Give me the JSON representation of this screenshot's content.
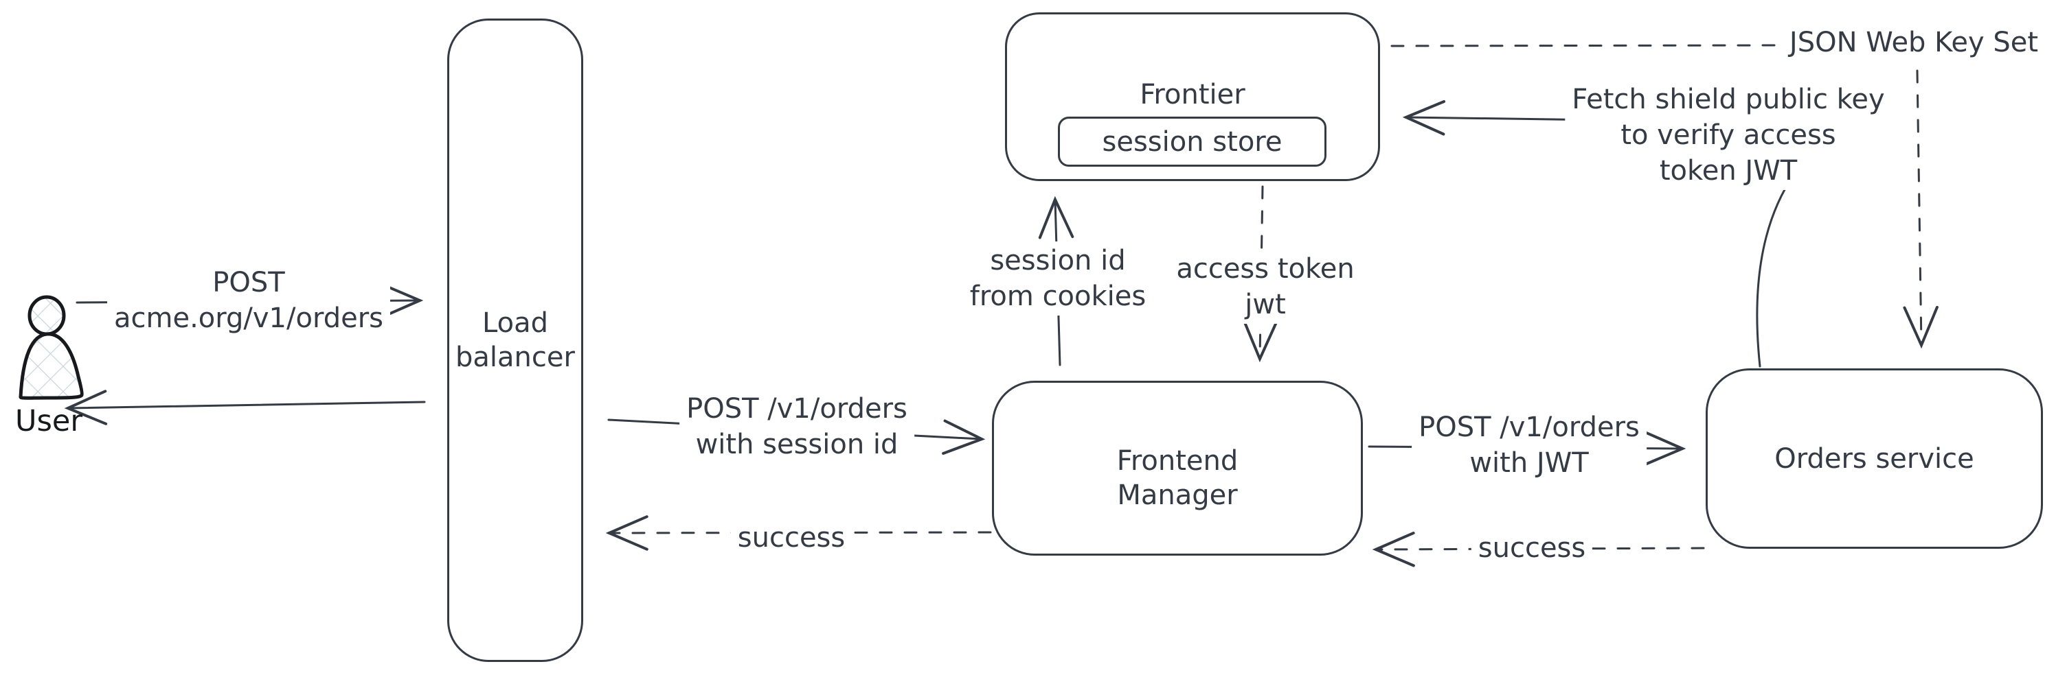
{
  "nodes": {
    "user": {
      "label": "User"
    },
    "load_balancer": {
      "label": "Load\nbalancer"
    },
    "frontier": {
      "label": "Frontier"
    },
    "session_store": {
      "label": "session store"
    },
    "frontend_manager": {
      "label": "Frontend\nManager"
    },
    "orders_service": {
      "label": "Orders service"
    }
  },
  "edges": {
    "user_to_lb": {
      "label": "POST\nacme.org/v1/orders"
    },
    "lb_to_fm": {
      "label": "POST /v1/orders\nwith session id"
    },
    "fm_to_lb_success": {
      "label": "success"
    },
    "fm_to_frontier": {
      "label": "session id\nfrom cookies"
    },
    "frontier_to_fm": {
      "label": "access token\njwt"
    },
    "fm_to_orders": {
      "label": "POST /v1/orders\nwith JWT"
    },
    "orders_to_fm_success": {
      "label": "success"
    },
    "orders_to_frontier": {
      "label": "Fetch shield public key\nto verify access\ntoken JWT"
    },
    "jwks": {
      "label": "JSON Web Key Set"
    }
  },
  "colors": {
    "stroke": "#343b45",
    "user_stroke": "#17191d",
    "hatch_fill": "#cbd5dd",
    "background": "#ffffff"
  }
}
